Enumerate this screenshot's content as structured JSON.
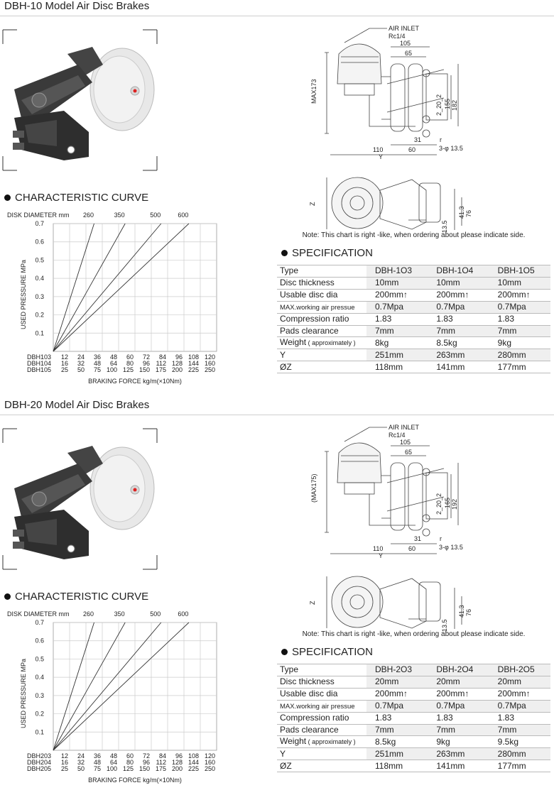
{
  "sections": [
    {
      "title": "DBH-10 Model Air Disc Brakes",
      "curve_title": "CHARACTERISTIC CURVE",
      "chart_data": {
        "type": "line",
        "title": "",
        "top_axis_label": "DISK DIAMETER mm",
        "ylabel": "USED PRESSURE MPa",
        "xlabel": "BRAKING FORCE kg/m(×10Nm)",
        "ylim": [
          0,
          0.7
        ],
        "yticks": [
          "0.7",
          "0.6",
          "0.5",
          "0.4",
          "0.3",
          "0.2",
          "0.1"
        ],
        "x_grid_columns": 10,
        "x_rows": [
          {
            "name": "DBH103",
            "values": [
              "12",
              "24",
              "36",
              "48",
              "60",
              "72",
              "84",
              "96",
              "108",
              "120"
            ]
          },
          {
            "name": "DBH104",
            "values": [
              "16",
              "32",
              "48",
              "64",
              "80",
              "96",
              "112",
              "128",
              "144",
              "160"
            ]
          },
          {
            "name": "DBH105",
            "values": [
              "25",
              "50",
              "75",
              "100",
              "125",
              "150",
              "175",
              "200",
              "225",
              "250"
            ]
          }
        ],
        "series": [
          {
            "name": "260",
            "end_col": 2.5,
            "end_y": 0.7
          },
          {
            "name": "350",
            "end_col": 4.4,
            "end_y": 0.7
          },
          {
            "name": "500",
            "end_col": 6.6,
            "end_y": 0.7
          },
          {
            "name": "600",
            "end_col": 8.3,
            "end_y": 0.7
          }
        ],
        "grid": true
      },
      "drawing": {
        "air_inlet": "AIR INLET",
        "air_inlet_thread": "Rc1/4",
        "max_height": "MAX173",
        "dims": [
          "105",
          "65",
          "2_20_2",
          "155",
          "182",
          "110",
          "60",
          "31",
          "r",
          "3-φ 13.5",
          "Y",
          "Z",
          "76",
          "41.3",
          "13.5"
        ]
      },
      "note": "Note: This chart is right -like, when ordering about please indicate side.",
      "spec_title": "SPECIFICATION",
      "spec": {
        "header": [
          "Type",
          "DBH-1O3",
          "DBH-1O4",
          "DBH-1O5"
        ],
        "rows": [
          {
            "label": "Disc thickness",
            "suffix": "",
            "values": [
              "10mm",
              "10mm",
              "10mm"
            ]
          },
          {
            "label": "Usable disc dia",
            "suffix": "",
            "values": [
              "200mm↑",
              "200mm↑",
              "200mm↑"
            ]
          },
          {
            "label": "MAX.working air pressue",
            "suffix": "",
            "values": [
              "0.7Mpa",
              "0.7Mpa",
              "0.7Mpa"
            ]
          },
          {
            "label": "Compression ratio",
            "suffix": "",
            "values": [
              "1.83",
              "1.83",
              "1.83"
            ]
          },
          {
            "label": "Pads clearance",
            "suffix": "",
            "values": [
              "7mm",
              "7mm",
              "7mm"
            ]
          },
          {
            "label": "Weight",
            "suffix": "( approximately )",
            "values": [
              "8kg",
              "8.5kg",
              "9kg"
            ]
          },
          {
            "label": " Y",
            "suffix": "",
            "values": [
              "251mm",
              "263mm",
              "280mm"
            ]
          },
          {
            "label": "ØZ",
            "suffix": "",
            "values": [
              "118mm",
              "141mm",
              "177mm"
            ]
          }
        ]
      }
    },
    {
      "title": "DBH-20 Model Air Disc Brakes",
      "curve_title": "CHARACTERISTIC CURVE",
      "chart_data": {
        "type": "line",
        "title": "",
        "top_axis_label": "DISK DIAMETER mm",
        "ylabel": "USED PRESSURE MPa",
        "xlabel": "BRAKING FORCE kg/m(×10Nm)",
        "ylim": [
          0,
          0.7
        ],
        "yticks": [
          "0.7",
          "0.6",
          "0.5",
          "0.4",
          "0.3",
          "0.2",
          "0.1"
        ],
        "x_grid_columns": 10,
        "x_rows": [
          {
            "name": "DBH203",
            "values": [
              "12",
              "24",
              "36",
              "48",
              "60",
              "72",
              "84",
              "96",
              "108",
              "120"
            ]
          },
          {
            "name": "DBH204",
            "values": [
              "16",
              "32",
              "48",
              "64",
              "80",
              "96",
              "112",
              "128",
              "144",
              "160"
            ]
          },
          {
            "name": "DBH205",
            "values": [
              "25",
              "50",
              "75",
              "100",
              "125",
              "150",
              "175",
              "200",
              "225",
              "250"
            ]
          }
        ],
        "series": [
          {
            "name": "260",
            "end_col": 2.5,
            "end_y": 0.7
          },
          {
            "name": "350",
            "end_col": 4.4,
            "end_y": 0.7
          },
          {
            "name": "500",
            "end_col": 6.6,
            "end_y": 0.7
          },
          {
            "name": "600",
            "end_col": 8.3,
            "end_y": 0.7
          }
        ],
        "grid": true
      },
      "drawing": {
        "air_inlet": "AIR INLET",
        "air_inlet_thread": "Rc1/4",
        "max_height": "(MAX175)",
        "dims": [
          "105",
          "65",
          "2_20_2",
          "165",
          "192",
          "110",
          "60",
          "31",
          "r",
          "3-φ 13.5",
          "Y",
          "Z",
          "76",
          "41.3",
          "13.5"
        ]
      },
      "note": "Note: This chart is right -like, when ordering about please indicate side.",
      "spec_title": "SPECIFICATION",
      "spec": {
        "header": [
          "Type",
          "DBH-2O3",
          "DBH-2O4",
          "DBH-2O5"
        ],
        "rows": [
          {
            "label": "Disc thickness",
            "suffix": "",
            "values": [
              "20mm",
              "20mm",
              "20mm"
            ]
          },
          {
            "label": "Usable disc dia",
            "suffix": "",
            "values": [
              "200mm↑",
              "200mm↑",
              "200mm↑"
            ]
          },
          {
            "label": "MAX.working air pressue",
            "suffix": "",
            "values": [
              "0.7Mpa",
              "0.7Mpa",
              "0.7Mpa"
            ]
          },
          {
            "label": "Compression ratio",
            "suffix": "",
            "values": [
              "1.83",
              "1.83",
              "1.83"
            ]
          },
          {
            "label": "Pads clearance",
            "suffix": "",
            "values": [
              "7mm",
              "7mm",
              "7mm"
            ]
          },
          {
            "label": "Weight",
            "suffix": "( approximately )",
            "values": [
              "8.5kg",
              "9kg",
              "9.5kg"
            ]
          },
          {
            "label": " Y",
            "suffix": "",
            "values": [
              "251mm",
              "263mm",
              "280mm"
            ]
          },
          {
            "label": "ØZ",
            "suffix": "",
            "values": [
              "118mm",
              "141mm",
              "177mm"
            ]
          }
        ]
      },
      "colors": {
        "caliper": "#3a3a3a",
        "disc": "#e4e4e4",
        "text": "#222222",
        "grid": "#cccccc"
      }
    }
  ]
}
